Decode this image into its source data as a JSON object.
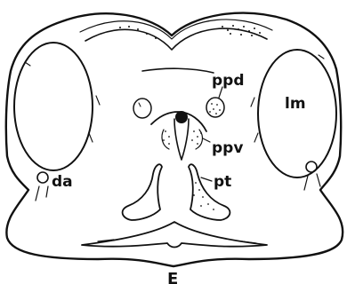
{
  "figure": {
    "panel_letter": "E",
    "colors": {
      "ink": "#111111",
      "paper": "#ffffff"
    }
  },
  "labels": {
    "ppd": "ppd",
    "ppv": "ppv",
    "lm": "lm",
    "da": "da",
    "pt": "pt"
  }
}
